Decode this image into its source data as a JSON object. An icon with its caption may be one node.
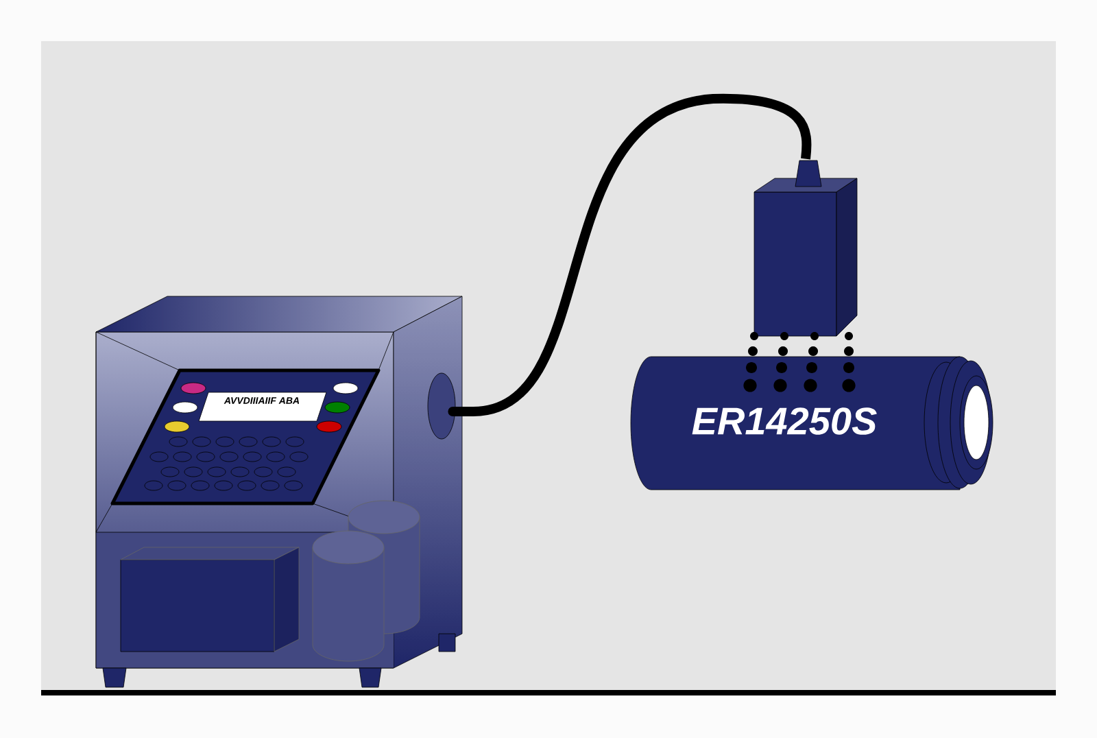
{
  "diagram": {
    "nodes": [
      {
        "text": [],
        "shape": "picture"
      },
      {
        "text": [],
        "shape": "box"
      },
      {
        "text": [
          "ER14250S"
        ]
      }
    ],
    "edges": [
      {
        "from": 0,
        "to": 1,
        "arrow": "none"
      }
    ],
    "labels": [
      "AVVDIIIAIIF ABA"
    ]
  }
}
